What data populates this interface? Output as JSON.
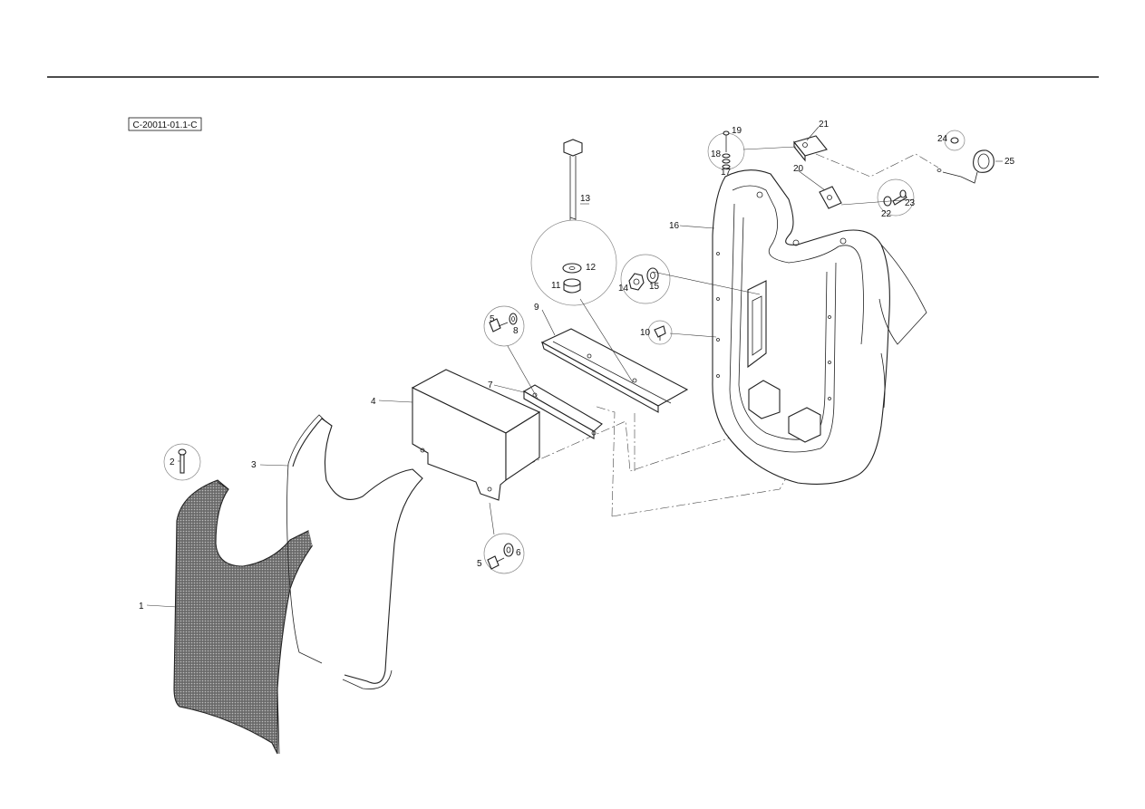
{
  "reference_code": "C-20011-01.1-C",
  "callouts": [
    {
      "id": "c1",
      "label": "1"
    },
    {
      "id": "c2",
      "label": "2"
    },
    {
      "id": "c3",
      "label": "3"
    },
    {
      "id": "c4",
      "label": "4"
    },
    {
      "id": "c5a",
      "label": "5"
    },
    {
      "id": "c5b",
      "label": "5"
    },
    {
      "id": "c6",
      "label": "6"
    },
    {
      "id": "c7",
      "label": "7"
    },
    {
      "id": "c8",
      "label": "8"
    },
    {
      "id": "c9",
      "label": "9"
    },
    {
      "id": "c10",
      "label": "10"
    },
    {
      "id": "c11",
      "label": "11"
    },
    {
      "id": "c12",
      "label": "12"
    },
    {
      "id": "c13",
      "label": "13"
    },
    {
      "id": "c14",
      "label": "14"
    },
    {
      "id": "c15",
      "label": "15"
    },
    {
      "id": "c16",
      "label": "16"
    },
    {
      "id": "c17",
      "label": "17"
    },
    {
      "id": "c18",
      "label": "18"
    },
    {
      "id": "c19",
      "label": "19"
    },
    {
      "id": "c20",
      "label": "20"
    },
    {
      "id": "c21",
      "label": "21"
    },
    {
      "id": "c22",
      "label": "22"
    },
    {
      "id": "c23",
      "label": "23"
    },
    {
      "id": "c24",
      "label": "24"
    },
    {
      "id": "c25",
      "label": "25"
    }
  ],
  "colors": {
    "line": "#222222",
    "background": "#ffffff",
    "hatch": "#555555"
  }
}
